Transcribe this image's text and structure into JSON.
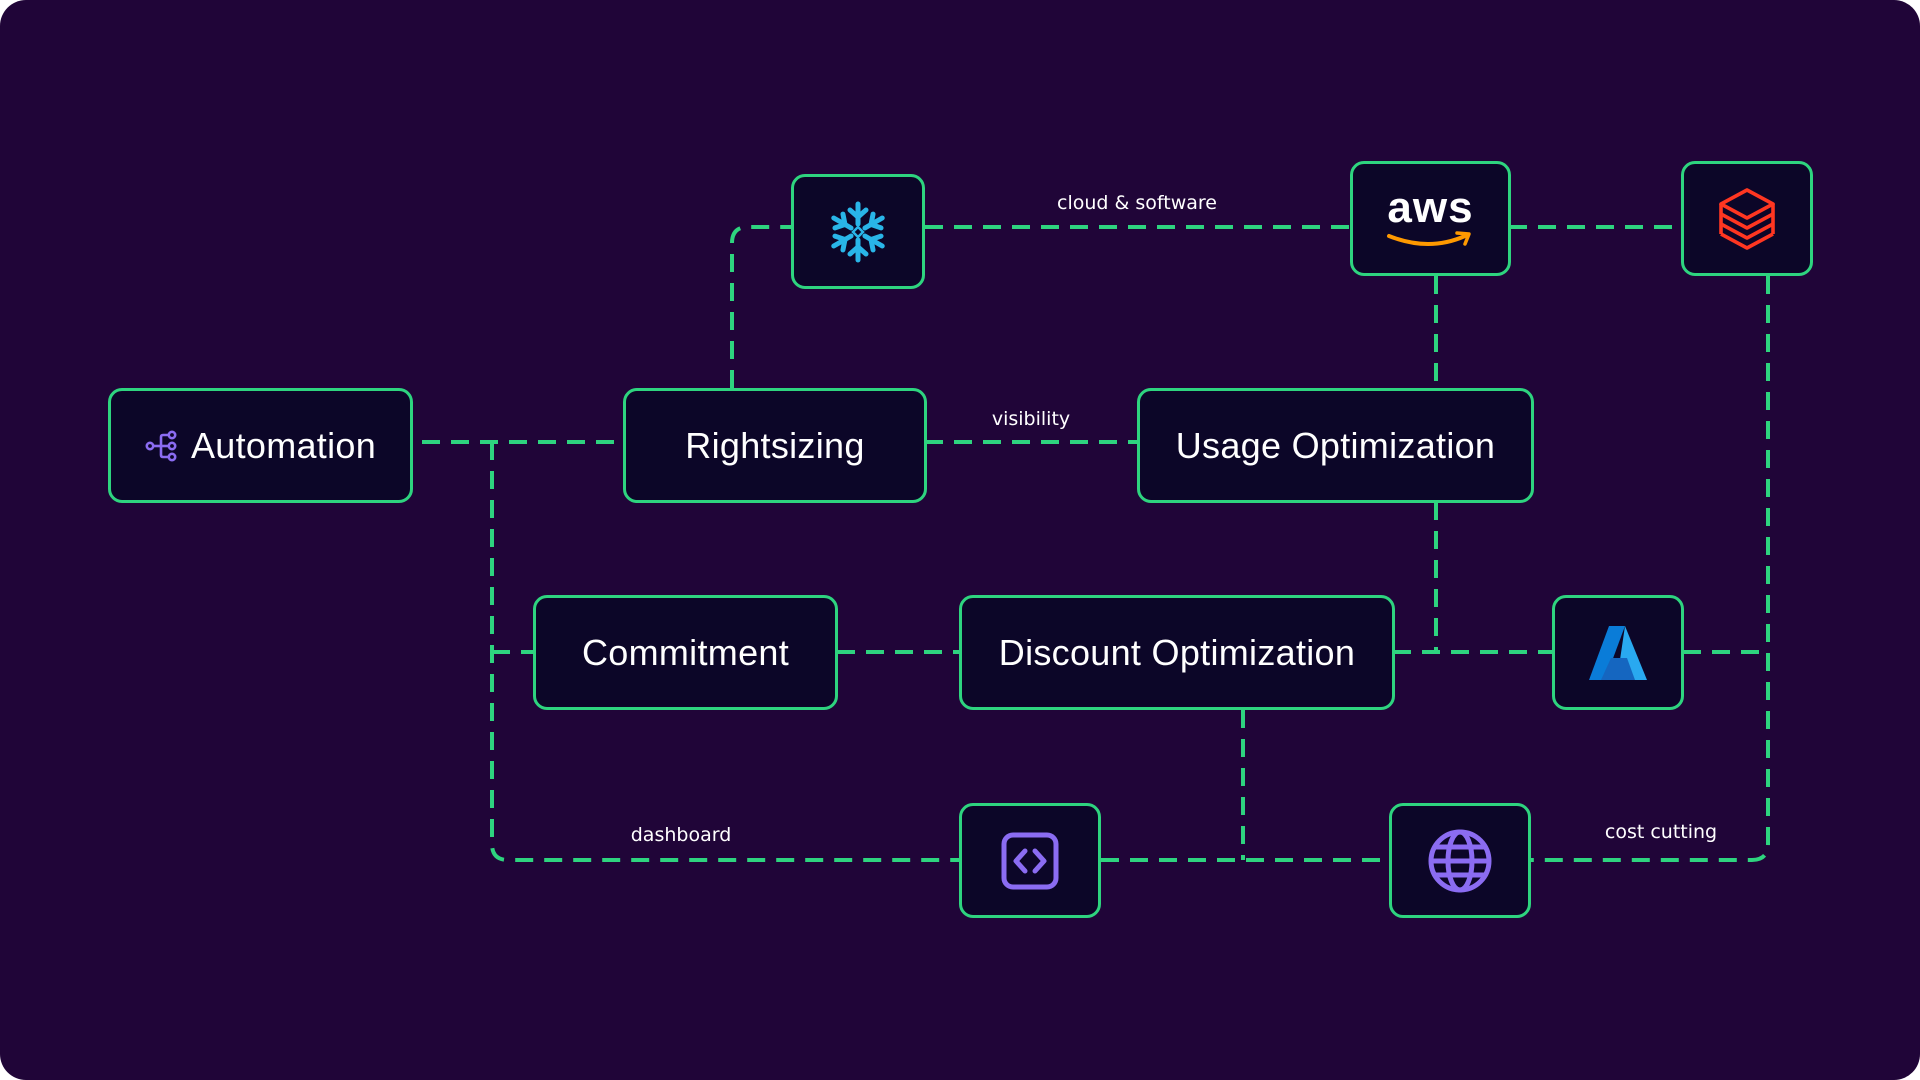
{
  "colors": {
    "background": "#200538",
    "node_fill": "#0c0628",
    "connector": "#2ed47f",
    "accent_purple": "#8b6cf2",
    "snowflake_blue": "#29b5e8",
    "aws_orange": "#ff9900",
    "databricks_red": "#ff3621",
    "azure_blue": "#0a7cd8"
  },
  "nodes": {
    "automation": {
      "label": "Automation",
      "icon": "workflow-branch-icon"
    },
    "rightsizing": {
      "label": "Rightsizing"
    },
    "usage_optimization": {
      "label": "Usage Optimization"
    },
    "commitment": {
      "label": "Commitment"
    },
    "discount_optimization": {
      "label": "Discount Optimization"
    },
    "snowflake": {
      "icon": "snowflake-icon"
    },
    "aws": {
      "icon": "aws-logo-icon",
      "logo_text": "aws"
    },
    "databricks": {
      "icon": "databricks-stack-icon"
    },
    "azure": {
      "icon": "azure-logo-icon"
    },
    "code": {
      "icon": "code-brackets-icon"
    },
    "globe": {
      "icon": "globe-icon"
    }
  },
  "edge_labels": {
    "cloud_software": "cloud & software",
    "visibility": "visibility",
    "dashboard": "dashboard",
    "cost_cutting": "cost cutting"
  }
}
